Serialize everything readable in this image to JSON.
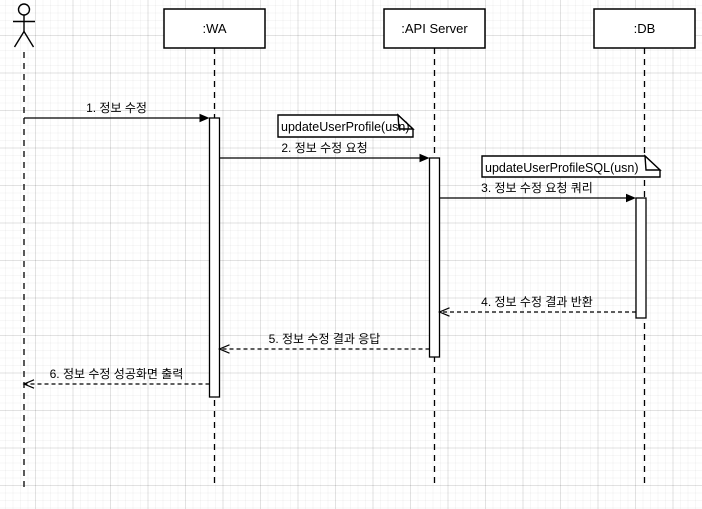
{
  "diagram": {
    "type": "uml-sequence-diagram",
    "colors": {
      "stroke": "#000000",
      "shape_fill": "#ffffff",
      "grid_minor": "#f5f5f5",
      "grid_major": "#e8e8e8",
      "background": "#ffffff"
    },
    "actor": {
      "name": "user-actor"
    },
    "lifelines": [
      {
        "id": "wa",
        "label": ":WA"
      },
      {
        "id": "api",
        "label": ":API Server"
      },
      {
        "id": "db",
        "label": ":DB"
      }
    ],
    "notes": [
      {
        "text": "updateUserProfile(usn)"
      },
      {
        "text": "updateUserProfileSQL(usn)"
      }
    ],
    "messages": [
      {
        "label": "1. 정보 수정",
        "from": "actor",
        "to": "wa",
        "style": "solid"
      },
      {
        "label": "2. 정보 수정 요청",
        "from": "wa",
        "to": "api",
        "style": "solid"
      },
      {
        "label": "3. 정보 수정 요청 쿼리",
        "from": "api",
        "to": "db",
        "style": "solid"
      },
      {
        "label": "4. 정보 수정 결과 반환",
        "from": "db",
        "to": "api",
        "style": "dashed"
      },
      {
        "label": "5. 정보 수정 결과 응답",
        "from": "api",
        "to": "wa",
        "style": "dashed"
      },
      {
        "label": "6. 정보 수정 성공화면 출력",
        "from": "wa",
        "to": "actor",
        "style": "dashed"
      }
    ]
  }
}
